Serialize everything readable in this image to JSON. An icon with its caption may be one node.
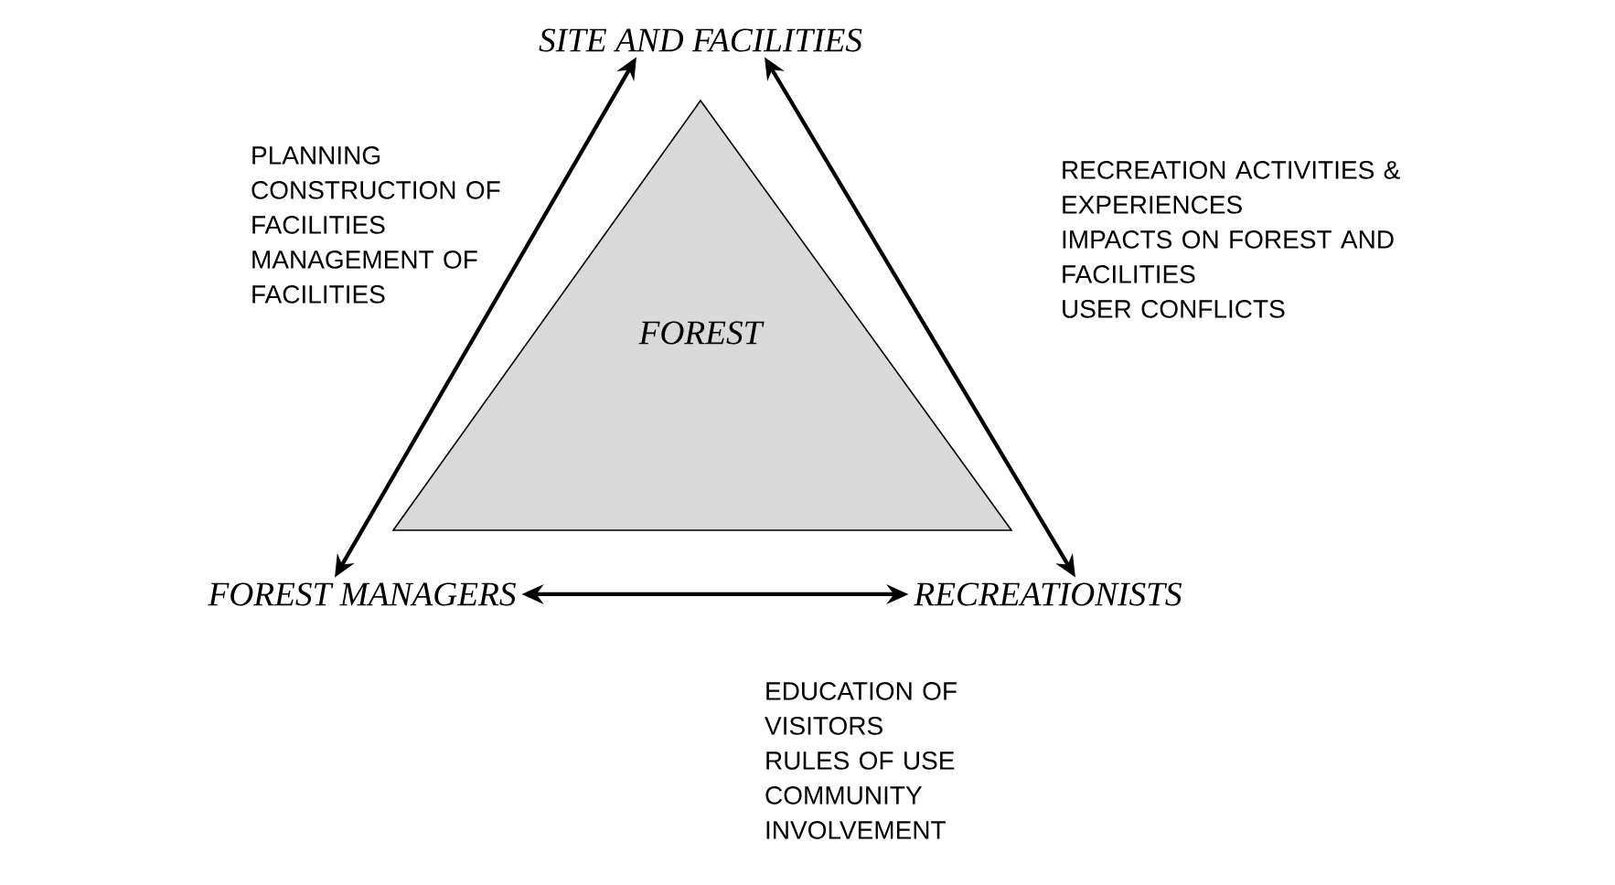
{
  "diagram": {
    "nodes": [
      {
        "text": [
          "FOREST"
        ]
      },
      {
        "text": [
          "SITE AND FACILITIES"
        ]
      },
      {
        "text": [
          "FOREST MANAGERS"
        ]
      },
      {
        "text": [
          "RECREATIONISTS"
        ]
      }
    ],
    "edges": [
      {
        "from": 2,
        "to": 1,
        "arrow": "both"
      },
      {
        "from": 1,
        "to": 3,
        "arrow": "both"
      },
      {
        "from": 2,
        "to": 3,
        "arrow": "both"
      }
    ],
    "labels": [
      "PLANNING",
      "CONSTRUCTION OF FACILITIES",
      "MANAGEMENT OF FACILITIES",
      "RECREATION ACTIVITIES & EXPERIENCES",
      "IMPACTS ON FOREST AND FACILITIES",
      "USER CONFLICTS",
      "EDUCATION OF VISITORS",
      "RULES OF USE",
      "COMMUNITY INVOLVEMENT"
    ]
  }
}
